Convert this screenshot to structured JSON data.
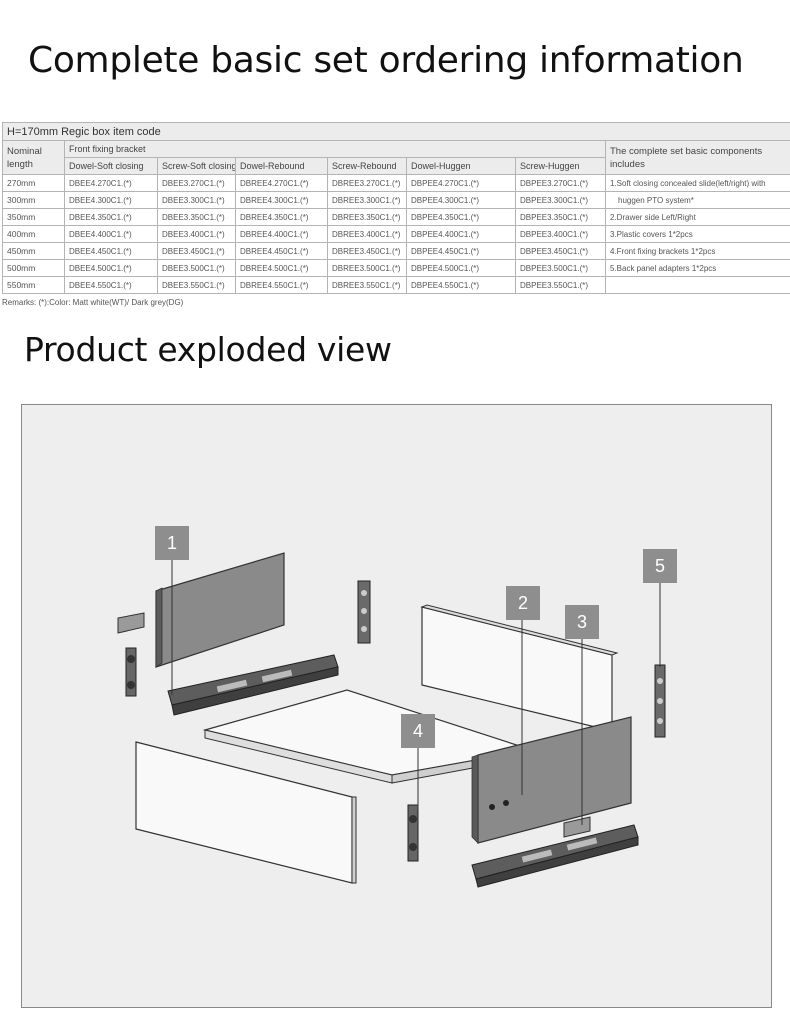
{
  "ordering": {
    "heading": "Complete basic set ordering information",
    "table_title": "H=170mm Regic box item code",
    "col_nominal": "Nominal length",
    "col_group": "Front fixing bracket",
    "col_components": "The complete set basic components includes",
    "columns": [
      "Dowel-Soft closing",
      "Screw-Soft closing",
      "Dowel-Rebound",
      "Screw-Rebound",
      "Dowel-Huggen",
      "Screw-Huggen"
    ],
    "rows": [
      {
        "length": "270mm",
        "codes": [
          "DBEE4.270C1.(*)",
          "DBEE3.270C1.(*)",
          "DBREE4.270C1.(*)",
          "DBREE3.270C1.(*)",
          "DBPEE4.270C1.(*)",
          "DBPEE3.270C1.(*)"
        ]
      },
      {
        "length": "300mm",
        "codes": [
          "DBEE4.300C1.(*)",
          "DBEE3.300C1.(*)",
          "DBREE4.300C1.(*)",
          "DBREE3.300C1.(*)",
          "DBPEE4.300C1.(*)",
          "DBPEE3.300C1.(*)"
        ]
      },
      {
        "length": "350mm",
        "codes": [
          "DBEE4.350C1.(*)",
          "DBEE3.350C1.(*)",
          "DBREE4.350C1.(*)",
          "DBREE3.350C1.(*)",
          "DBPEE4.350C1.(*)",
          "DBPEE3.350C1.(*)"
        ]
      },
      {
        "length": "400mm",
        "codes": [
          "DBEE4.400C1.(*)",
          "DBEE3.400C1.(*)",
          "DBREE4.400C1.(*)",
          "DBREE3.400C1.(*)",
          "DBPEE4.400C1.(*)",
          "DBPEE3.400C1.(*)"
        ]
      },
      {
        "length": "450mm",
        "codes": [
          "DBEE4.450C1.(*)",
          "DBEE3.450C1.(*)",
          "DBREE4.450C1.(*)",
          "DBREE3.450C1.(*)",
          "DBPEE4.450C1.(*)",
          "DBPEE3.450C1.(*)"
        ]
      },
      {
        "length": "500mm",
        "codes": [
          "DBEE4.500C1.(*)",
          "DBEE3.500C1.(*)",
          "DBREE4.500C1.(*)",
          "DBREE3.500C1.(*)",
          "DBPEE4.500C1.(*)",
          "DBPEE3.500C1.(*)"
        ]
      },
      {
        "length": "550mm",
        "codes": [
          "DBEE4.550C1.(*)",
          "DBEE3.550C1.(*)",
          "DBREE4.550C1.(*)",
          "DBREE3.550C1.(*)",
          "DBPEE4.550C1.(*)",
          "DBPEE3.550C1.(*)"
        ]
      }
    ],
    "components": [
      "1.Soft closing concealed slide(left/right) with",
      "huggen PTO system*",
      "2.Drawer side Left/Right",
      "3.Plastic covers 1*2pcs",
      "4.Front fixing brackets 1*2pcs",
      "5.Back panel adapters 1*2pcs"
    ],
    "remarks": "Remarks: (*):Color: Matt white(WT)/ Dark grey(DG)"
  },
  "exploded": {
    "heading": "Product exploded view",
    "callouts": [
      "1",
      "2",
      "3",
      "4",
      "5"
    ]
  },
  "colors": {
    "panel_bg": "#eeeeee",
    "callout_bg": "#8e8e8e",
    "drawer_side": "#8a8a8a",
    "rail": "#3f3f3f"
  }
}
